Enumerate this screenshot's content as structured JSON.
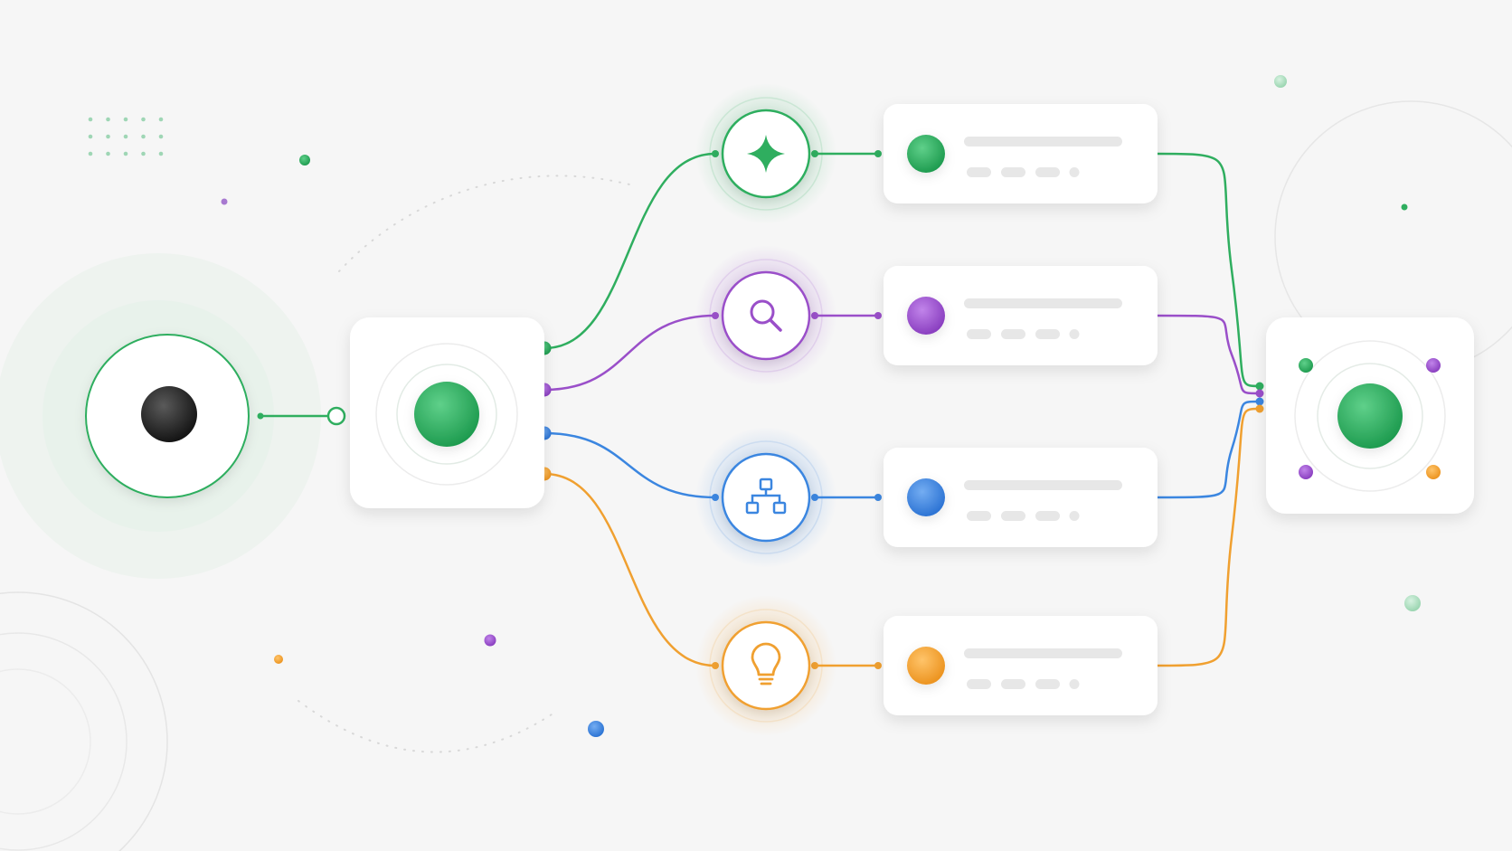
{
  "theme": {
    "background": "#f6f6f6",
    "card": "#ffffff",
    "placeholder": "#e7e7e7",
    "input_dot": "#1c1c1c"
  },
  "branches": [
    {
      "id": "sparkle",
      "icon": "sparkle-icon",
      "color": "#2fae5f"
    },
    {
      "id": "search",
      "icon": "magnifier-icon",
      "color": "#9a4fc9"
    },
    {
      "id": "hierarchy",
      "icon": "hierarchy-icon",
      "color": "#3b86e0"
    },
    {
      "id": "idea",
      "icon": "lightbulb-icon",
      "color": "#f0a030"
    }
  ],
  "hub": {
    "color": "#2fae5f"
  },
  "output": {
    "color": "#2fae5f"
  }
}
